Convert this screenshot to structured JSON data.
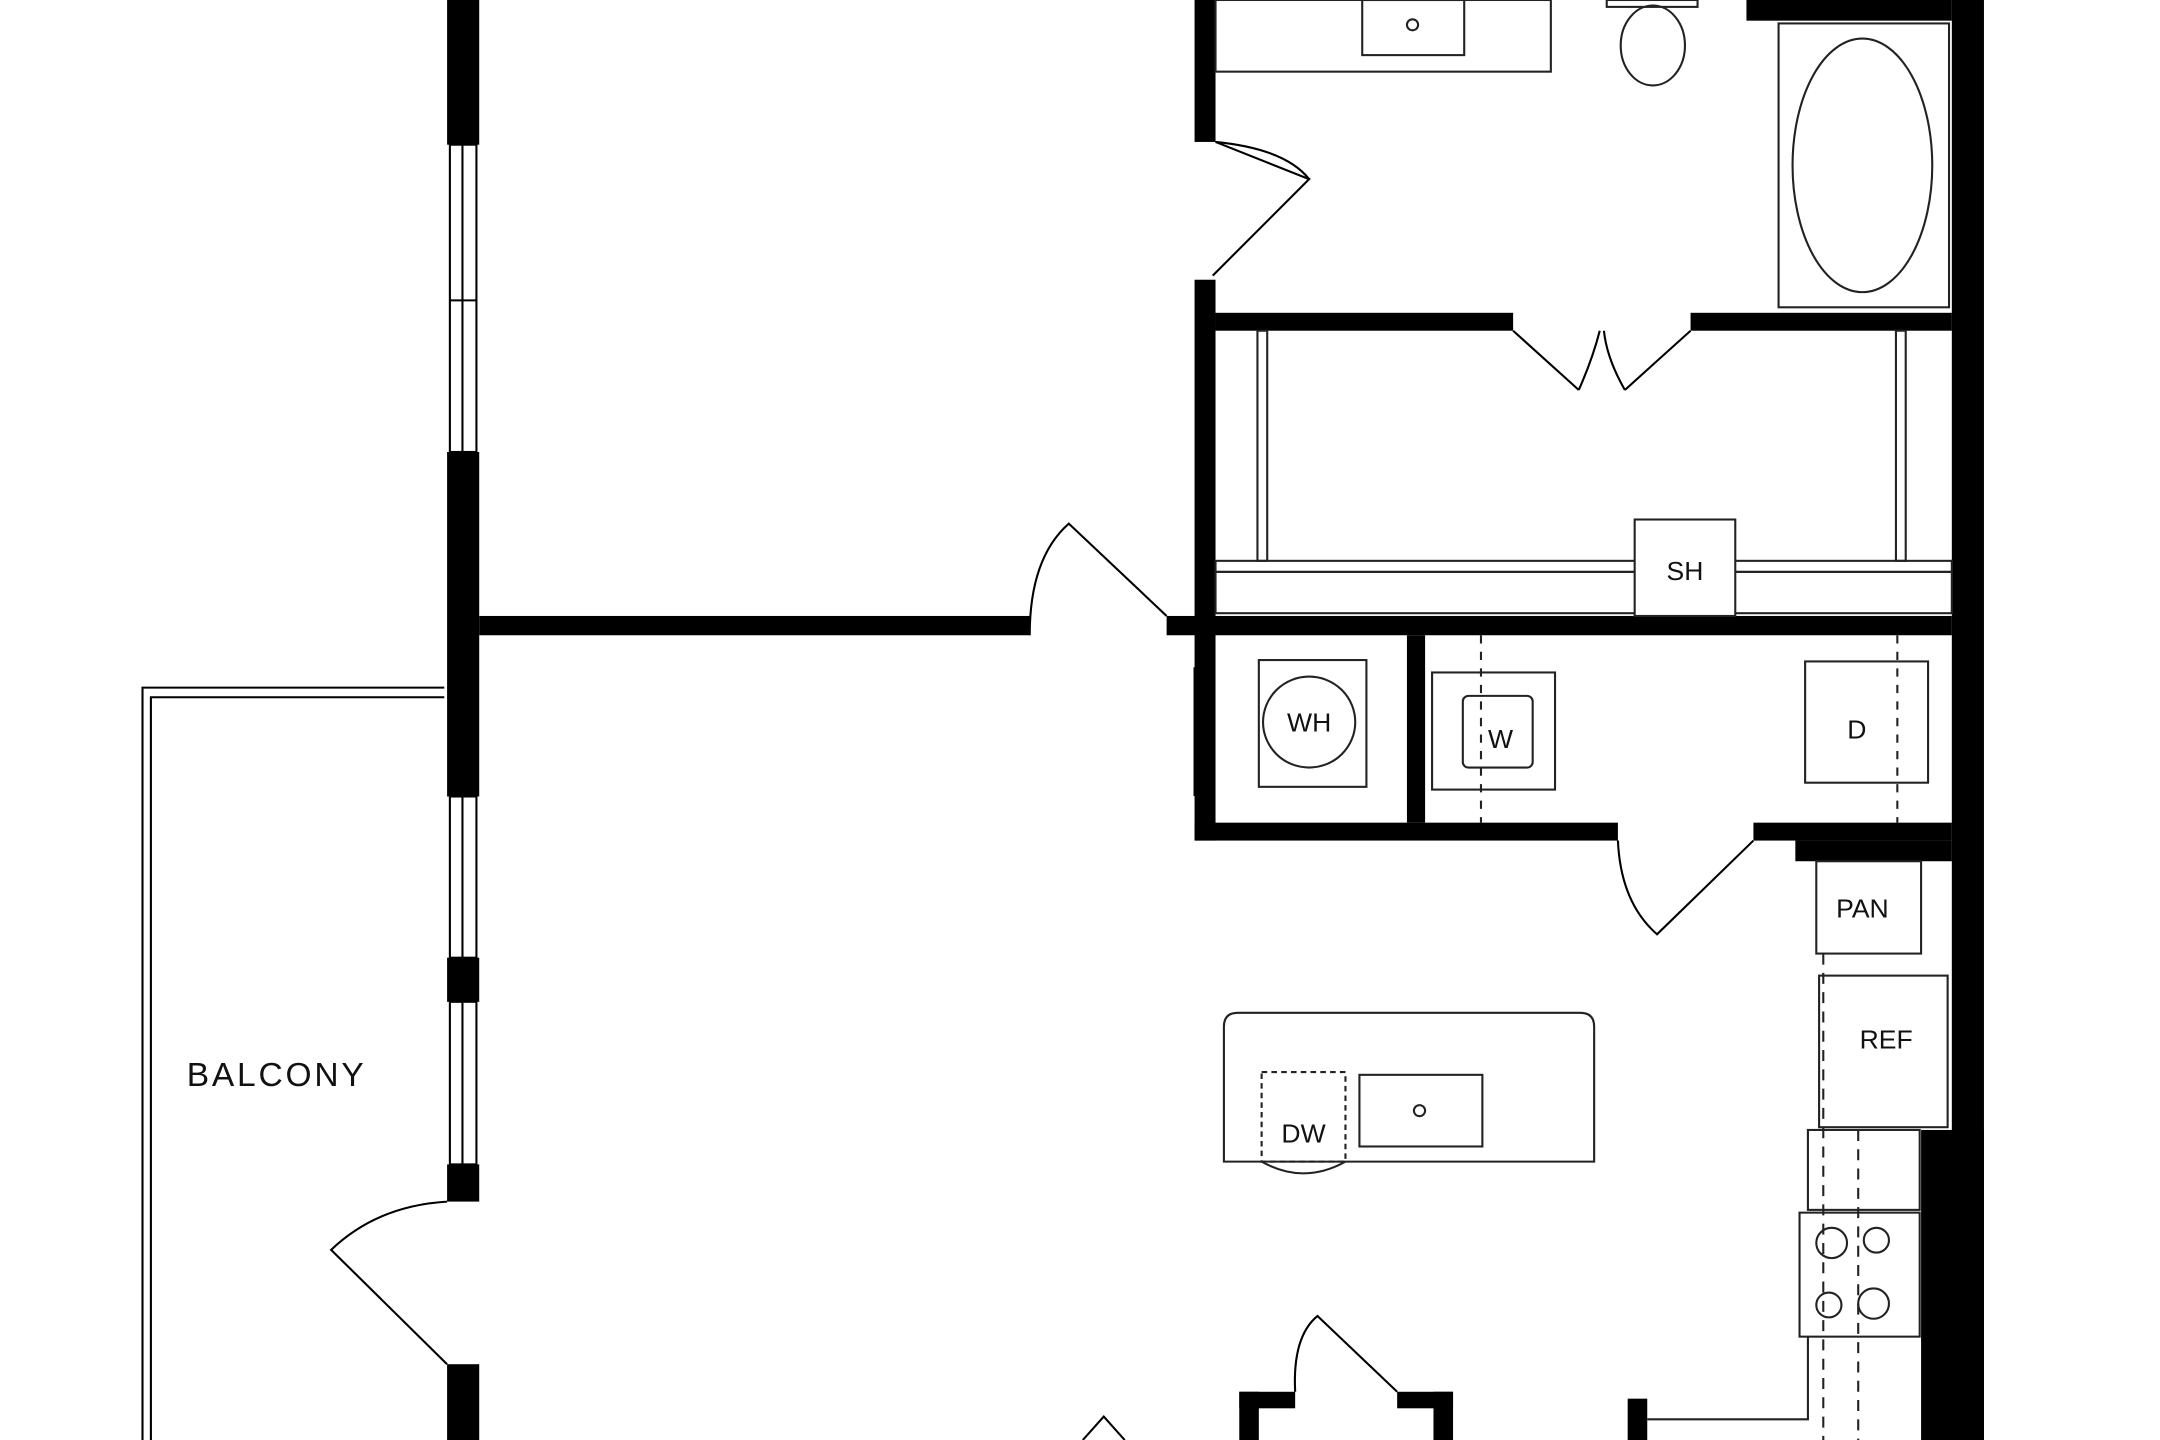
{
  "labels": {
    "balcony": "BALCONY",
    "shelf": "SH",
    "water_heater": "WH",
    "washer": "W",
    "dryer": "D",
    "pantry": "PAN",
    "refrigerator": "REF",
    "dishwasher": "DW"
  },
  "colors": {
    "wall": "#000000",
    "fixture": "#333333",
    "background": "#ffffff"
  }
}
